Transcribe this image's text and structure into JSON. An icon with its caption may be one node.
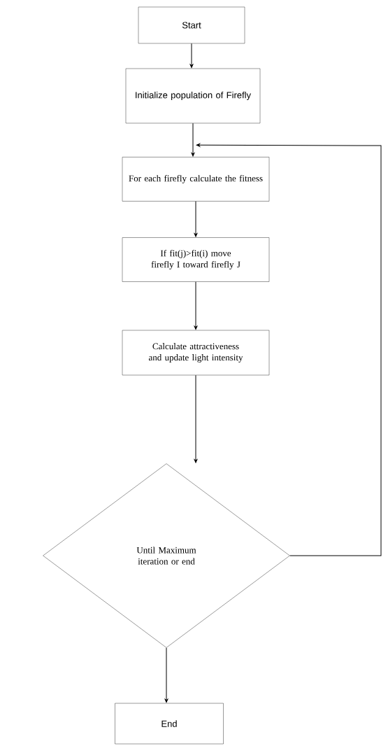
{
  "diagram": {
    "nodes": [
      {
        "text": [
          "Start"
        ]
      },
      {
        "text": [
          "Initialize population of Firefly"
        ]
      },
      {
        "text": [
          "For each firefly calculate the fitness"
        ]
      },
      {
        "text": [
          "If fit(j)>fit(i) move firefly I toward firefly J"
        ]
      },
      {
        "text": [
          "Calculate attractiveness and update light intensity"
        ]
      },
      {
        "text": [
          "Until Maximum iteration or end"
        ]
      },
      {
        "text": [
          "End"
        ]
      }
    ],
    "edges": [
      {
        "from": 0,
        "to": 1,
        "arrow": "to"
      },
      {
        "from": 1,
        "to": 2,
        "arrow": "to"
      },
      {
        "from": 2,
        "to": 3,
        "arrow": "to"
      },
      {
        "from": 3,
        "to": 4,
        "arrow": "to"
      },
      {
        "from": 4,
        "to": 5,
        "arrow": "to"
      },
      {
        "from": 5,
        "to": 6,
        "arrow": "to"
      },
      {
        "from": 5,
        "to": 2,
        "arrow": "to"
      }
    ]
  }
}
